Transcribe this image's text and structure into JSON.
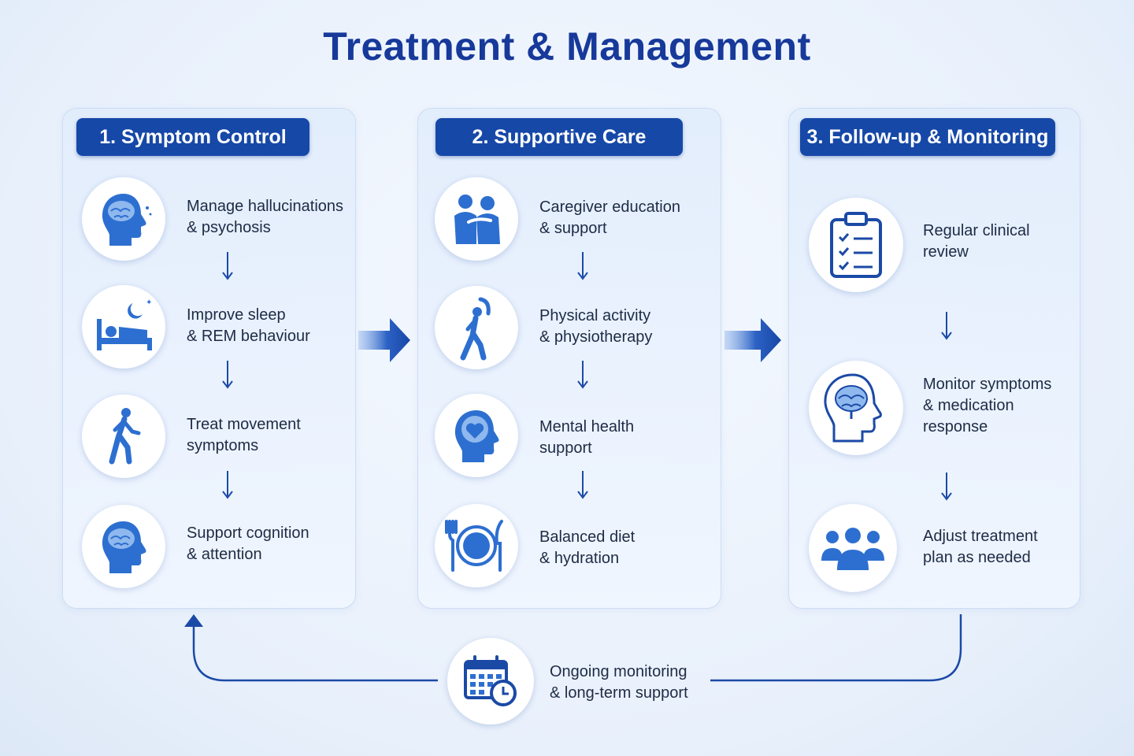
{
  "title": "Treatment & Management",
  "colors": {
    "accent": "#1648a8",
    "icon": "#2d6fd0",
    "title": "#17399a"
  },
  "sections": [
    {
      "heading": "1. Symptom Control",
      "steps": [
        {
          "line1": "Manage hallucinations",
          "line2": "& psychosis",
          "icon": "brain-head-icon"
        },
        {
          "line1": "Improve sleep",
          "line2": "& REM behaviour",
          "icon": "bed-moon-icon"
        },
        {
          "line1": "Treat movement",
          "line2": "symptoms",
          "icon": "walking-person-icon"
        },
        {
          "line1": "Support cognition",
          "line2": "& attention",
          "icon": "brain-head-icon"
        }
      ]
    },
    {
      "heading": "2. Supportive Care",
      "steps": [
        {
          "line1": "Caregiver education",
          "line2": "& support",
          "icon": "caregiver-icon"
        },
        {
          "line1": "Physical activity",
          "line2": "& physiotherapy",
          "icon": "stretching-person-icon"
        },
        {
          "line1": "Mental health",
          "line2": "support",
          "icon": "heart-head-icon"
        },
        {
          "line1": "Balanced diet",
          "line2": "& hydration",
          "icon": "plate-cutlery-icon"
        }
      ]
    },
    {
      "heading": "3. Follow-up & Monitoring",
      "steps": [
        {
          "line1": "Regular clinical",
          "line2": "review",
          "line3": "",
          "icon": "clipboard-checklist-icon"
        },
        {
          "line1": "Monitor symptoms",
          "line2": "& medication",
          "line3": "response",
          "icon": "brain-outline-head-icon"
        },
        {
          "line1": "Adjust treatment",
          "line2": "plan as needed",
          "line3": "",
          "icon": "team-icon"
        }
      ]
    }
  ],
  "loop": {
    "line1": "Ongoing monitoring",
    "line2": "& long-term support",
    "icon": "calendar-clock-icon"
  }
}
